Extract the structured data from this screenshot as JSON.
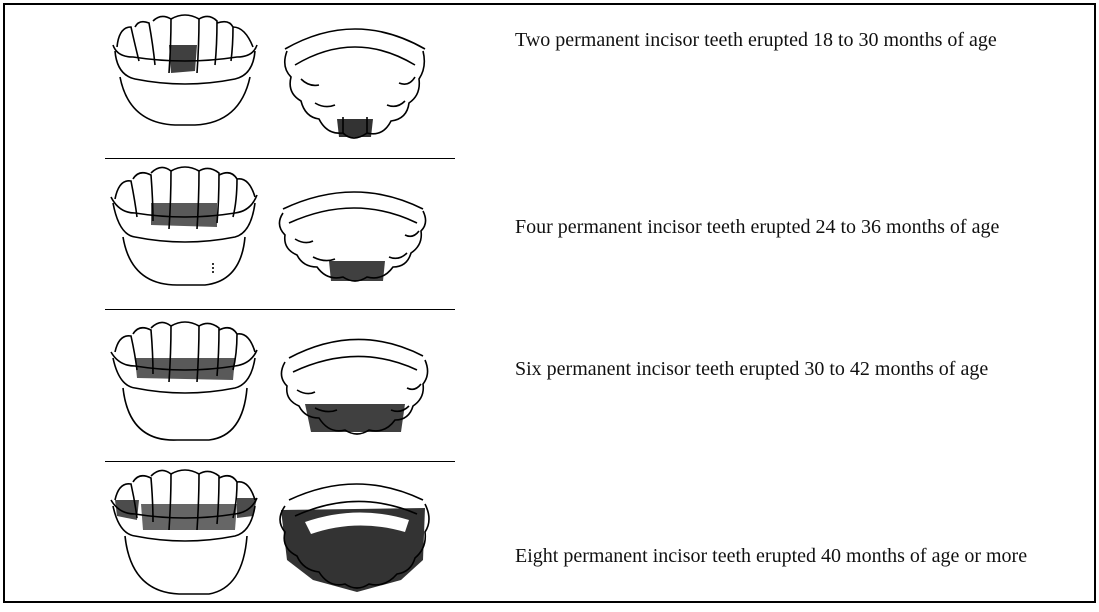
{
  "stages": [
    {
      "caption": "Two permanent incisor teeth erupted 18 to 30 months of age",
      "permanent_incisors": 2,
      "age_range_months": "18 to 30"
    },
    {
      "caption": "Four permanent incisor teeth erupted 24 to 36 months of age",
      "permanent_incisors": 4,
      "age_range_months": "24 to 36"
    },
    {
      "caption": "Six permanent incisor teeth erupted 30 to 42 months of age",
      "permanent_incisors": 6,
      "age_range_months": "30 to 42"
    },
    {
      "caption": "Eight permanent incisor teeth erupted 40 months of age or more",
      "permanent_incisors": 8,
      "age_range_months": "40 or more"
    }
  ],
  "colors": {
    "ink": "#000000",
    "paper": "#ffffff"
  }
}
